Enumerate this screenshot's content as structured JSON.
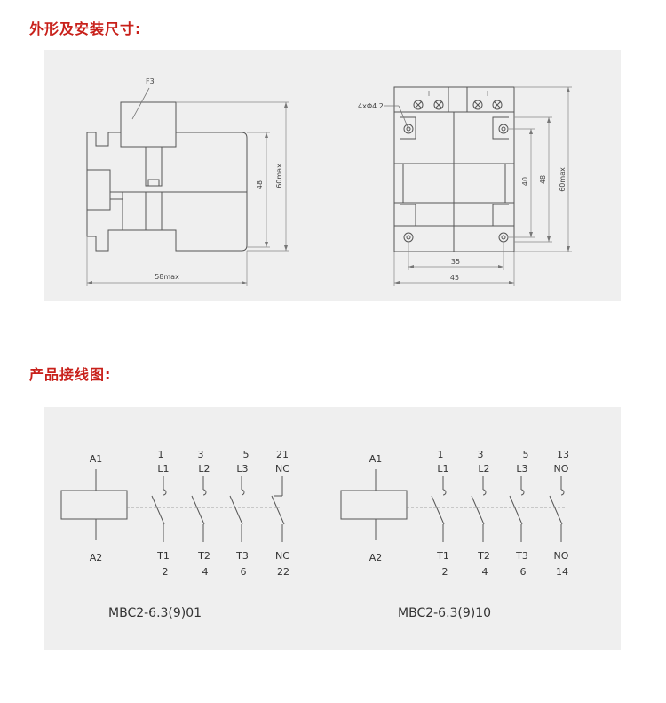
{
  "sections": {
    "outline_title": "外形及安装尺寸:",
    "wiring_title": "产品接线图:"
  },
  "outline": {
    "side_view": {
      "label_f3": "F3",
      "dim_48": "48",
      "dim_60max": "60max",
      "dim_58max": "58max"
    },
    "front_view": {
      "label_holes": "4xΦ4.2",
      "dim_40": "40",
      "dim_48": "48",
      "dim_60max": "60max",
      "dim_35": "35",
      "dim_45": "45"
    }
  },
  "wiring": {
    "diagrams": [
      {
        "model": "MBC2-6.3(9)01",
        "coil_top": "A1",
        "coil_bottom": "A2",
        "contacts": [
          {
            "top_num": "1",
            "top_label": "L1",
            "bottom_label": "T1",
            "bottom_num": "2"
          },
          {
            "top_num": "3",
            "top_label": "L2",
            "bottom_label": "T2",
            "bottom_num": "4"
          },
          {
            "top_num": "5",
            "top_label": "L3",
            "bottom_label": "T3",
            "bottom_num": "6"
          },
          {
            "top_num": "21",
            "top_label": "NC",
            "bottom_label": "NC",
            "bottom_num": "22"
          }
        ]
      },
      {
        "model": "MBC2-6.3(9)10",
        "coil_top": "A1",
        "coil_bottom": "A2",
        "contacts": [
          {
            "top_num": "1",
            "top_label": "L1",
            "bottom_label": "T1",
            "bottom_num": "2"
          },
          {
            "top_num": "3",
            "top_label": "L2",
            "bottom_label": "T2",
            "bottom_num": "4"
          },
          {
            "top_num": "5",
            "top_label": "L3",
            "bottom_label": "T3",
            "bottom_num": "6"
          },
          {
            "top_num": "13",
            "top_label": "NO",
            "bottom_label": "NO",
            "bottom_num": "14"
          }
        ]
      }
    ]
  }
}
